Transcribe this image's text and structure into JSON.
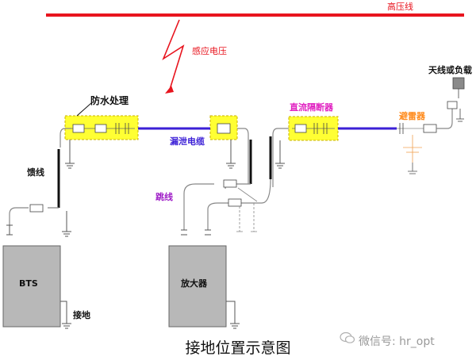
{
  "labels": {
    "high_voltage_line": "高压线",
    "induced_voltage": "感应电压",
    "waterproofing": "防水处理",
    "leaky_cable": "漏泄电缆",
    "feeder": "馈线",
    "jumper": "跳线",
    "dc_block": "直流隔断器",
    "lightning_arrester": "避雷器",
    "antenna_or_load": "天线或负载",
    "bts": "BTS",
    "amplifier": "放大器",
    "grounding": "接地"
  },
  "caption": "接地位置示意图",
  "watermark": "微信号: hr_opt",
  "colors": {
    "high_voltage": "#e8141e",
    "cable": "#3b1fd6",
    "highlight": "#ffff33",
    "jumper_label": "#a020c8",
    "dc_block_label": "#e020c0",
    "arrester_label": "#ff8a1a",
    "box": "#b8b8b8"
  }
}
